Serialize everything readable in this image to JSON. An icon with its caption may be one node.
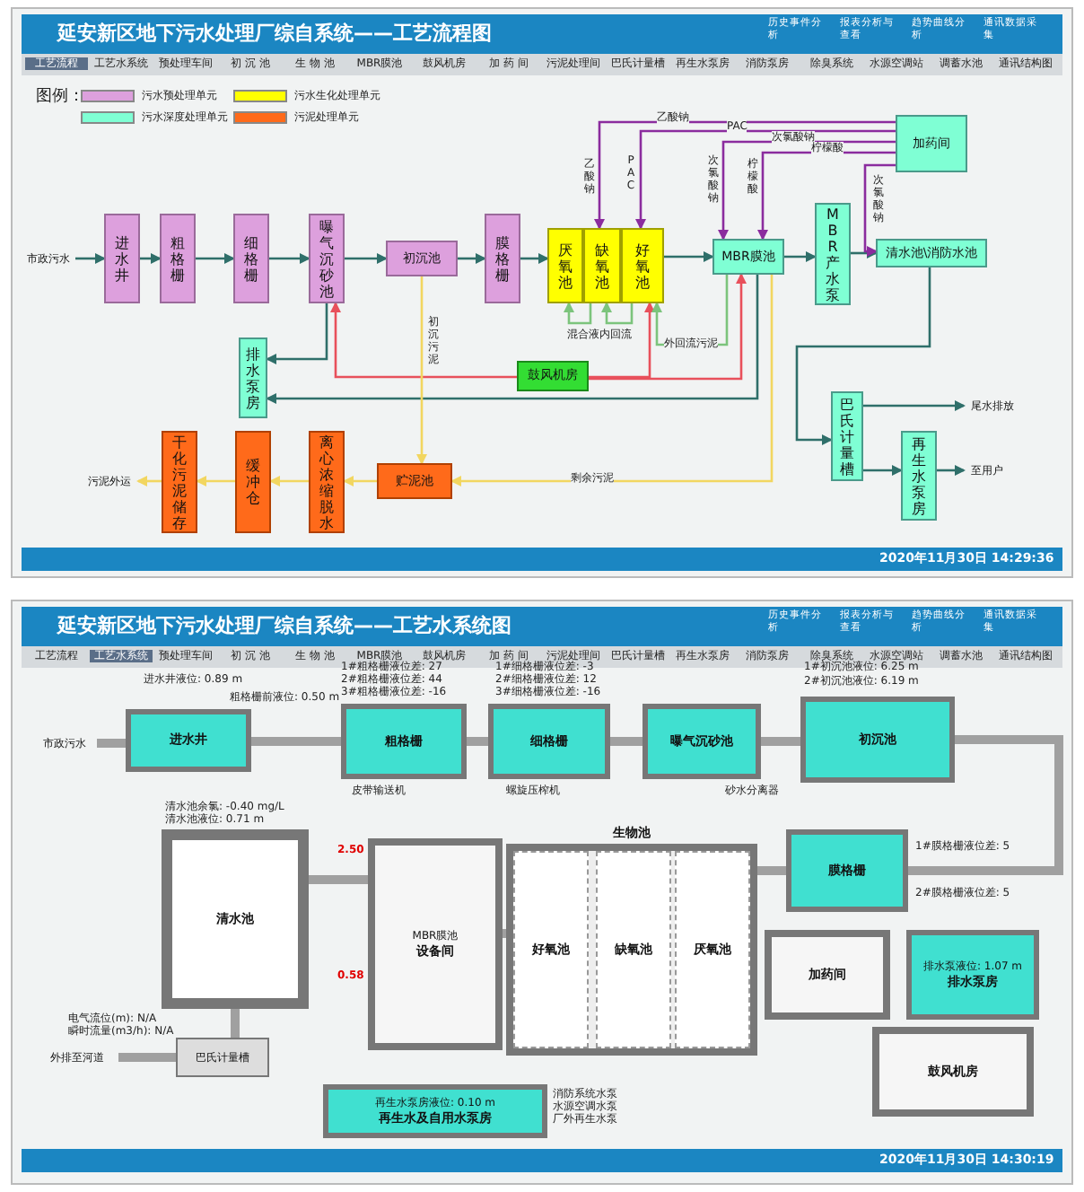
{
  "diagram": {
    "nodes": [
      {
        "text": [
          "进水井"
        ]
      },
      {
        "text": [
          "粗格栅"
        ]
      },
      {
        "text": [
          "细格栅"
        ]
      },
      {
        "text": [
          "曝气沉砂池"
        ]
      },
      {
        "text": [
          "初沉池"
        ]
      },
      {
        "text": [
          "膜格栅"
        ]
      },
      {
        "text": [
          "厌氧池"
        ]
      },
      {
        "text": [
          "缺氧池"
        ]
      },
      {
        "text": [
          "好氧池"
        ]
      },
      {
        "text": [
          "MBR膜池"
        ]
      },
      {
        "text": [
          "MBR产水泵"
        ]
      },
      {
        "text": [
          "清水池\\消防水池"
        ]
      },
      {
        "text": [
          "加药间"
        ]
      },
      {
        "text": [
          "排水泵房"
        ]
      },
      {
        "text": [
          "鼓风机房"
        ]
      },
      {
        "text": [
          "贮泥池"
        ]
      },
      {
        "text": [
          "离心浓缩脱水"
        ]
      },
      {
        "text": [
          "缓冲仓"
        ]
      },
      {
        "text": [
          "干化污泥储存"
        ]
      },
      {
        "text": [
          "巴氏计量槽"
        ]
      },
      {
        "text": [
          "再生水泵房"
        ]
      },
      {
        "text": [
          "市政污水"
        ]
      },
      {
        "text": [
          "污泥外运"
        ]
      },
      {
        "text": [
          "尾水排放"
        ]
      },
      {
        "text": [
          "至用户"
        ]
      },
      {
        "text": [
          "进水井"
        ]
      },
      {
        "text": [
          "粗格栅"
        ]
      },
      {
        "text": [
          "细格栅"
        ]
      },
      {
        "text": [
          "曝气沉砂池"
        ]
      },
      {
        "text": [
          "初沉池"
        ]
      },
      {
        "text": [
          "清水池"
        ]
      },
      {
        "text": [
          "MBR膜池",
          "设备间"
        ]
      },
      {
        "text": [
          "生物池"
        ]
      },
      {
        "text": [
          "好氧池"
        ],
        "in": 32
      },
      {
        "text": [
          "缺氧池"
        ],
        "in": 32
      },
      {
        "text": [
          "厌氧池"
        ],
        "in": 32
      },
      {
        "text": [
          "膜格栅"
        ]
      },
      {
        "text": [
          "加药间"
        ]
      },
      {
        "text": [
          "排水泵液位: 1.07 m",
          "排水泵房"
        ]
      },
      {
        "text": [
          "鼓风机房"
        ]
      },
      {
        "text": [
          "巴氏计量槽"
        ]
      },
      {
        "text": [
          "再生水泵房液位: 0.10 m",
          "再生水及自用水泵房"
        ]
      },
      {
        "text": [
          "外排至河道"
        ]
      },
      {
        "text": [
          "市政污水"
        ]
      }
    ],
    "edges": [
      {
        "from": 21,
        "to": 0,
        "arrow": "to"
      },
      {
        "from": 0,
        "to": 1,
        "arrow": "to"
      },
      {
        "from": 1,
        "to": 2,
        "arrow": "to"
      },
      {
        "from": 2,
        "to": 3,
        "arrow": "to"
      },
      {
        "from": 3,
        "to": 4,
        "arrow": "to"
      },
      {
        "from": 4,
        "to": 5,
        "arrow": "to"
      },
      {
        "from": 5,
        "to": 6,
        "arrow": "to"
      },
      {
        "from": 8,
        "to": 9,
        "arrow": "to"
      },
      {
        "from": 9,
        "to": 10,
        "arrow": "to"
      },
      {
        "from": 10,
        "to": 11,
        "arrow": "to"
      },
      {
        "from": 12,
        "to": 7,
        "arrow": "to",
        "label": "乙酸钠",
        "color": "#8b2c9e"
      },
      {
        "from": 12,
        "to": 8,
        "arrow": "to",
        "label": "PAC",
        "color": "#8b2c9e"
      },
      {
        "from": 12,
        "to": 9,
        "arrow": "to",
        "label": "次氯酸钠",
        "color": "#8b2c9e"
      },
      {
        "from": 12,
        "to": 9,
        "arrow": "to",
        "label": "柠檬酸",
        "color": "#8b2c9e"
      },
      {
        "from": 12,
        "to": 11,
        "arrow": "to",
        "label": "次氯酸钠",
        "color": "#8b2c9e"
      },
      {
        "from": 3,
        "to": 13,
        "arrow": "to"
      },
      {
        "from": 14,
        "to": 3,
        "arrow": "to",
        "color": "#e8505b"
      },
      {
        "from": 14,
        "to": 8,
        "arrow": "to",
        "color": "#e8505b"
      },
      {
        "from": 14,
        "to": 9,
        "arrow": "to",
        "color": "#e8505b"
      },
      {
        "from": 9,
        "to": 13,
        "arrow": "to"
      },
      {
        "from": 4,
        "to": 15,
        "arrow": "to",
        "label": "初沉污泥",
        "color": "#f2d660"
      },
      {
        "from": 9,
        "to": 15,
        "arrow": "to",
        "label": "剩余污泥",
        "color": "#f2d660"
      },
      {
        "from": 15,
        "to": 16,
        "arrow": "to",
        "color": "#f2d660"
      },
      {
        "from": 16,
        "to": 17,
        "arrow": "to",
        "color": "#f2d660"
      },
      {
        "from": 17,
        "to": 18,
        "arrow": "to",
        "color": "#f2d660"
      },
      {
        "from": 18,
        "to": 22,
        "arrow": "to",
        "color": "#f2d660"
      },
      {
        "from": 8,
        "to": 7,
        "arrow": "to",
        "label": "混合液内回流",
        "color": "#7cc47c"
      },
      {
        "from": 7,
        "to": 6,
        "arrow": "to",
        "color": "#7cc47c"
      },
      {
        "from": 9,
        "to": 8,
        "arrow": "to",
        "label": "外回流污泥",
        "color": "#7cc47c"
      },
      {
        "from": 11,
        "to": 19,
        "arrow": "to"
      },
      {
        "from": 19,
        "to": 23,
        "arrow": "to"
      },
      {
        "from": 19,
        "to": 20,
        "arrow": "to"
      },
      {
        "from": 20,
        "to": 24,
        "arrow": "to"
      },
      {
        "from": 25,
        "to": 26,
        "arrow": "none",
        "style": "thick",
        "color": "#a0a0a0"
      },
      {
        "from": 26,
        "to": 27,
        "arrow": "none",
        "style": "thick",
        "color": "#a0a0a0"
      },
      {
        "from": 27,
        "to": 28,
        "arrow": "none",
        "style": "thick",
        "color": "#a0a0a0"
      },
      {
        "from": 28,
        "to": 29,
        "arrow": "none",
        "style": "thick",
        "color": "#a0a0a0"
      },
      {
        "from": 29,
        "to": 36,
        "arrow": "none",
        "style": "thick",
        "color": "#a0a0a0"
      },
      {
        "from": 36,
        "to": 35,
        "arrow": "none",
        "style": "thick",
        "color": "#a0a0a0"
      },
      {
        "from": 33,
        "to": 31,
        "arrow": "none",
        "style": "thick",
        "color": "#a0a0a0"
      },
      {
        "from": 31,
        "to": 30,
        "arrow": "none",
        "style": "thick",
        "color": "#a0a0a0"
      },
      {
        "from": 30,
        "to": 40,
        "arrow": "none",
        "style": "thick",
        "color": "#a0a0a0"
      },
      {
        "from": 40,
        "to": 42,
        "arrow": "none",
        "style": "thick",
        "color": "#a0a0a0"
      },
      {
        "from": 43,
        "to": 25,
        "arrow": "none",
        "style": "thick",
        "color": "#a0a0a0"
      }
    ],
    "labels": [
      "延安新区地下污水处理厂综自系统——工艺流程图",
      "历史事件分析",
      "报表分析与查看",
      "趋势曲线分析",
      "通讯数据采集",
      "工艺流程",
      "工艺水系统",
      "预处理车间",
      "初 沉 池",
      "生 物 池",
      "MBR膜池",
      "鼓风机房",
      "加 药 间",
      "污泥处理间",
      "巴氏计量槽",
      "再生水泵房",
      "消防泵房",
      "除臭系统",
      "水源空调站",
      "调蓄水池",
      "通讯结构图",
      "图例：",
      "乙酸钠",
      "PAC",
      "次氯酸钠",
      "柠檬酸",
      "2020年11月30日 14:29:36",
      "延安新区地下污水处理厂综自系统——工艺水系统图",
      "历史事件分析",
      "报表分析与查看",
      "趋势曲线分析",
      "通讯数据采集",
      "工艺流程",
      "工艺水系统",
      "预处理车间",
      "初 沉 池",
      "生 物 池",
      "MBR膜池",
      "鼓风机房",
      "加 药 间",
      "污泥处理间",
      "巴氏计量槽",
      "再生水泵房",
      "消防泵房",
      "除臭系统",
      "水源空调站",
      "调蓄水池",
      "通讯结构图",
      "进水井液位: 0.89 m",
      "粗格栅前液位: 0.50 m",
      "1#粗格栅液位差: 27",
      "2#粗格栅液位差: 44",
      "3#粗格栅液位差: -16",
      "1#细格栅液位差: -3",
      "2#细格栅液位差: 12",
      "3#细格栅液位差: -16",
      "1#初沉池液位: 6.25 m",
      "2#初沉池液位: 6.19 m",
      "皮带输送机",
      "螺旋压榨机",
      "砂水分离器",
      "清水池余氯: -0.40 mg/L",
      "清水池液位: 0.71 m",
      "2.50",
      "0.58",
      "电气流位(m): N/A",
      "瞬时流量(m3/h): N/A",
      "1#膜格栅液位差: 5",
      "2#膜格栅液位差: 5",
      "消防系统水泵",
      "水源空调水泵",
      "厂外再生水泵",
      "2020年11月30日 14:30:19"
    ],
    "legend": [
      {
        "text": "污水预处理单元",
        "color": "#dda0dd"
      },
      {
        "text": "污水生化处理单元",
        "color": "#ffff00"
      },
      {
        "text": "污水深度处理单元",
        "color": "#7fffd4"
      },
      {
        "text": "污泥处理单元",
        "color": "#ff6a1a"
      }
    ]
  }
}
